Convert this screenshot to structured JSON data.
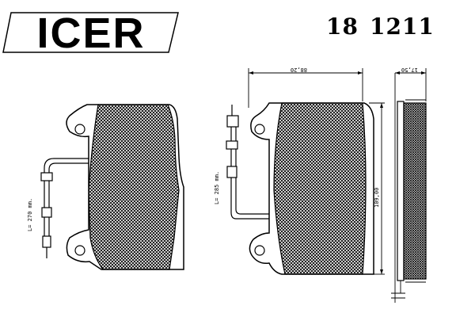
{
  "brand": {
    "logo_text": "ICER"
  },
  "part_number": {
    "series": "18",
    "number": "1211"
  },
  "dimensions": {
    "width": "88,20",
    "height": "109,00",
    "thickness": "17,50",
    "wire_length_left": "L= 270 mm.",
    "wire_length_right": "L= 285 mm."
  },
  "colors": {
    "ink": "#000000",
    "paper": "#ffffff"
  }
}
